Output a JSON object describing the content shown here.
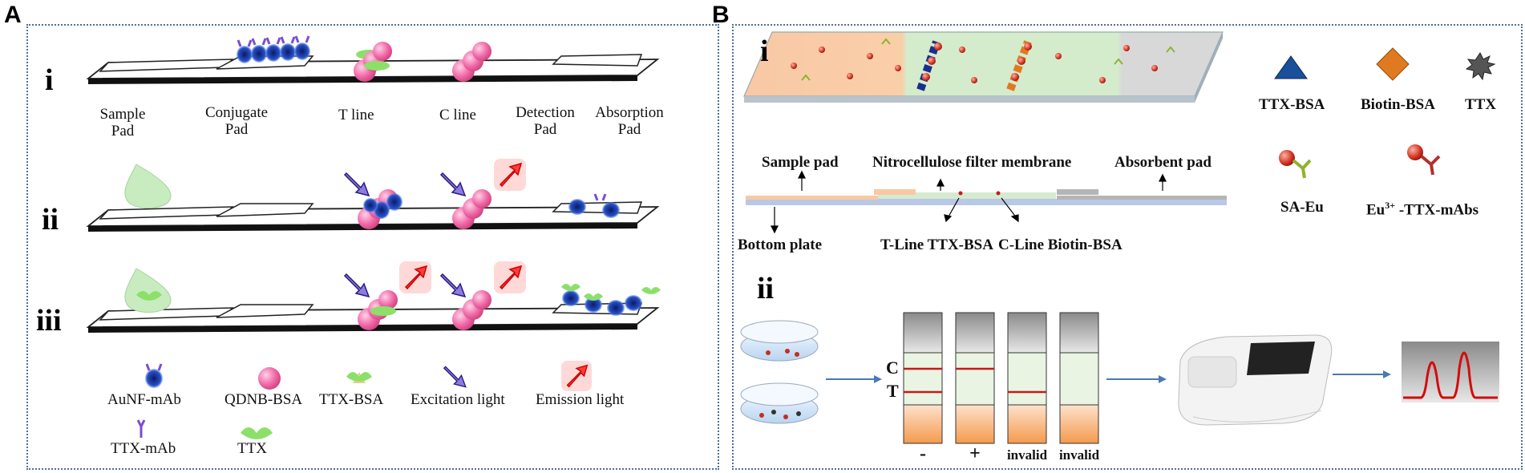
{
  "panelA": {
    "letter": "A",
    "rows": {
      "i": "i",
      "ii": "ii",
      "iii": "iii"
    },
    "labels": {
      "sample_pad_1": "Sample",
      "sample_pad_2": "Pad",
      "conjugate_pad_1": "Conjugate",
      "conjugate_pad_2": "Pad",
      "t_line": "T line",
      "c_line": "C line",
      "detection_pad_1": "Detection",
      "detection_pad_2": "Pad",
      "absorption_pad_1": "Absorption",
      "absorption_pad_2": "Pad"
    },
    "legend": {
      "aunf": "AuNF-mAb",
      "qdnb": "QDNB-BSA",
      "ttxbsa": "TTX-BSA",
      "excitation": "Excitation light",
      "emission": "Emission light",
      "ttxmab": "TTX-mAb",
      "ttx": "TTX"
    }
  },
  "panelB": {
    "letter": "B",
    "rows": {
      "i": "i",
      "ii": "ii"
    },
    "legend": {
      "ttxbsa": "TTX-BSA",
      "biotinbsa": "Biotin-BSA",
      "ttx": "TTX",
      "saeu": "SA-Eu",
      "eu_base": "Eu",
      "eu_sup": "3+",
      "eu_rest": " -TTX-mAbs"
    },
    "strip_labels": {
      "sample_pad": "Sample pad",
      "nitro": "Nitrocellulose filter membrane",
      "absorbent": "Absorbent pad",
      "bottom": "Bottom plate",
      "tline": "T-Line TTX-BSA",
      "cline": "C-Line Biotin-BSA"
    },
    "result": {
      "c": "C",
      "t": "T",
      "strips": [
        "-",
        "+",
        "invalid",
        "invalid"
      ]
    }
  },
  "colors": {
    "pink": "#f06aa8",
    "navy": "#1a2f8c",
    "excitation": "#8d7be0",
    "emission": "#ff3b3b",
    "pad_orange": "#f8c9a3",
    "membrane_green": "#d6ead0",
    "line_red": "#c61a1a",
    "frame_blue": "#4a6fa5"
  }
}
